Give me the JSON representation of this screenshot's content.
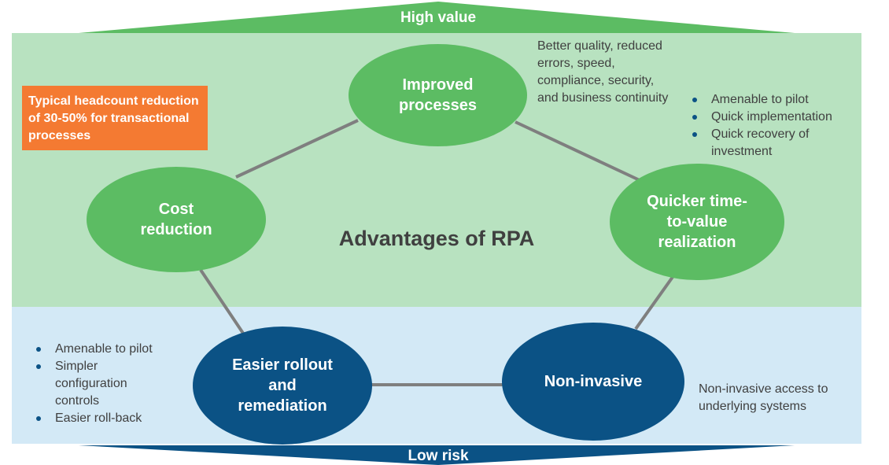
{
  "top_arrow": {
    "label": "High value",
    "color": "#5cbc63"
  },
  "bottom_arrow": {
    "label": "Low risk",
    "color": "#0b5285"
  },
  "center_title": "Advantages of RPA",
  "callout": {
    "text": "Typical headcount reduction of 30-50% for transactional processes",
    "color": "#f47a32"
  },
  "nodes": {
    "improved": "Improved\nprocesses",
    "cost": "Cost\nreduction",
    "quicker": "Quicker time-\nto-value\nrealization",
    "rollout": "Easier rollout\nand\nremediation",
    "noninvasive": "Non-invasive"
  },
  "notes": {
    "improved": "Better quality, reduced errors, speed, compliance, security, and business continuity",
    "noninvasive": "Non-invasive access to underlying systems"
  },
  "bullets_quicker": [
    "Amenable to pilot",
    "Quick implementation",
    "Quick recovery of investment"
  ],
  "bullets_rollout": [
    "Amenable to pilot",
    "Simpler configuration controls",
    "Easier roll-back"
  ],
  "colors": {
    "green_band": "#b8e2c0",
    "blue_band": "#d3e9f6",
    "green_node": "#5cbc63",
    "blue_node": "#0b5285"
  }
}
